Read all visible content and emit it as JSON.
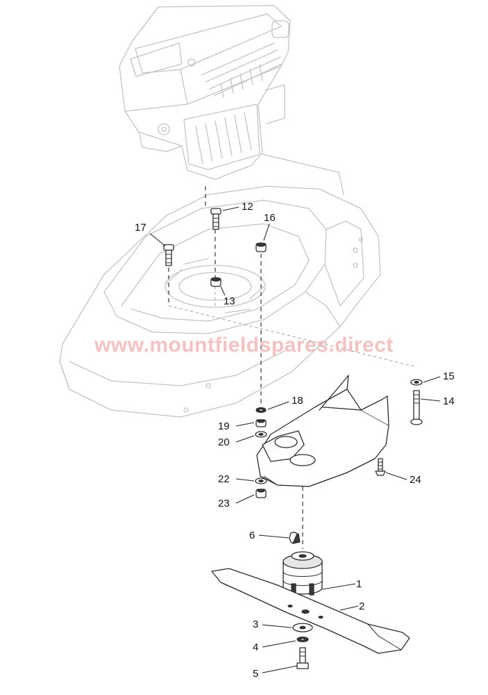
{
  "watermark": "www.mountfieldspares.direct",
  "callouts": [
    {
      "id": "1",
      "label": "1"
    },
    {
      "id": "2",
      "label": "2"
    },
    {
      "id": "3",
      "label": "3"
    },
    {
      "id": "4",
      "label": "4"
    },
    {
      "id": "5",
      "label": "5"
    },
    {
      "id": "6",
      "label": "6"
    },
    {
      "id": "12",
      "label": "12"
    },
    {
      "id": "13",
      "label": "13"
    },
    {
      "id": "14",
      "label": "14"
    },
    {
      "id": "15",
      "label": "15"
    },
    {
      "id": "16",
      "label": "16"
    },
    {
      "id": "17",
      "label": "17"
    },
    {
      "id": "18",
      "label": "18"
    },
    {
      "id": "19",
      "label": "19"
    },
    {
      "id": "20",
      "label": "20"
    },
    {
      "id": "22",
      "label": "22"
    },
    {
      "id": "23",
      "label": "23"
    },
    {
      "id": "24",
      "label": "24"
    }
  ],
  "colors": {
    "ghost_outline": "#c4c4c4",
    "part_outline": "#2a2a2a",
    "watermark": "#f3b8b8"
  }
}
